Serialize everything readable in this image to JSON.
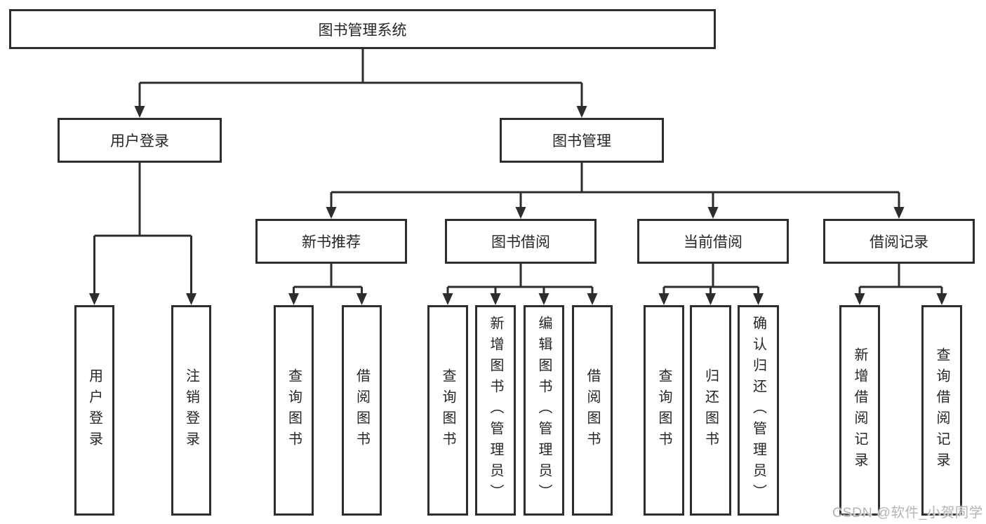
{
  "colors": {
    "line": "#2d2d2d",
    "box_border": "#2d2d2d",
    "text": "#262626",
    "background": "#ffffff",
    "watermark": "#b5b5b5"
  },
  "nodes": {
    "root": {
      "label": "图书管理系统"
    },
    "level2": [
      {
        "label": "用户登录"
      },
      {
        "label": "图书管理"
      }
    ],
    "login_children": [
      {
        "label": "用户登录"
      },
      {
        "label": "注销登录"
      }
    ],
    "modules": [
      {
        "label": "新书推荐"
      },
      {
        "label": "图书借阅"
      },
      {
        "label": "当前借阅"
      },
      {
        "label": "借阅记录"
      }
    ],
    "module_children": {
      "new_books": [
        {
          "label": "查询图书"
        },
        {
          "label": "借阅图书"
        }
      ],
      "borrowing": [
        {
          "label": "查询图书"
        },
        {
          "label": "新增图书（管理员）"
        },
        {
          "label": "编辑图书（管理员）"
        },
        {
          "label": "借阅图书"
        }
      ],
      "current": [
        {
          "label": "查询图书"
        },
        {
          "label": "归还图书"
        },
        {
          "label": "确认归还（管理员）"
        }
      ],
      "records": [
        {
          "label": "新增借阅记录"
        },
        {
          "label": "查询借阅记录"
        }
      ]
    }
  },
  "watermark": {
    "text": "CSDN @软件_小贺同学"
  }
}
